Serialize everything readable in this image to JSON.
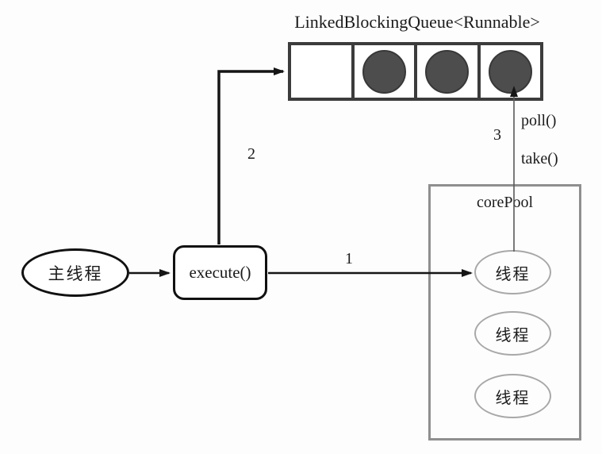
{
  "diagram": {
    "title": "LinkedBlockingQueue<Runnable>",
    "queue": {
      "cells": [
        {
          "filled": false
        },
        {
          "filled": true
        },
        {
          "filled": true
        },
        {
          "filled": true
        }
      ]
    },
    "main_thread": {
      "label": "主线程"
    },
    "execute": {
      "label": "execute()"
    },
    "core_pool": {
      "label": "corePool",
      "threads": [
        {
          "label": "线程"
        },
        {
          "label": "线程"
        },
        {
          "label": "线程"
        }
      ]
    },
    "edges": {
      "step1": "1",
      "step2": "2",
      "step3": "3",
      "poll": "poll()",
      "take": "take()"
    },
    "colors": {
      "task_fill": "#4d4d4d",
      "queue_border": "#3c3c3c",
      "core_pool_border": "#8f8f8f",
      "thread_border": "#a8a8a8",
      "arrow": "#151515",
      "text": "#1b1b1b",
      "background": "#fdfdfd"
    }
  }
}
